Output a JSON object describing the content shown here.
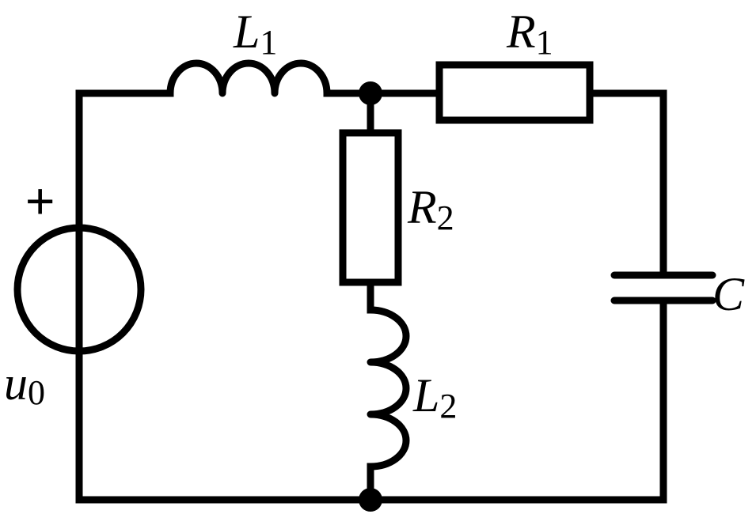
{
  "components": {
    "L1": {
      "letter": "L",
      "sub": "1"
    },
    "R1": {
      "letter": "R",
      "sub": "1"
    },
    "R2": {
      "letter": "R",
      "sub": "2"
    },
    "L2": {
      "letter": "L",
      "sub": "2"
    },
    "C": {
      "letter": "C"
    },
    "source": {
      "letter": "u",
      "sub": "0",
      "polarity": "+"
    }
  },
  "colors": {
    "stroke": "#000000",
    "background": "#ffffff"
  }
}
